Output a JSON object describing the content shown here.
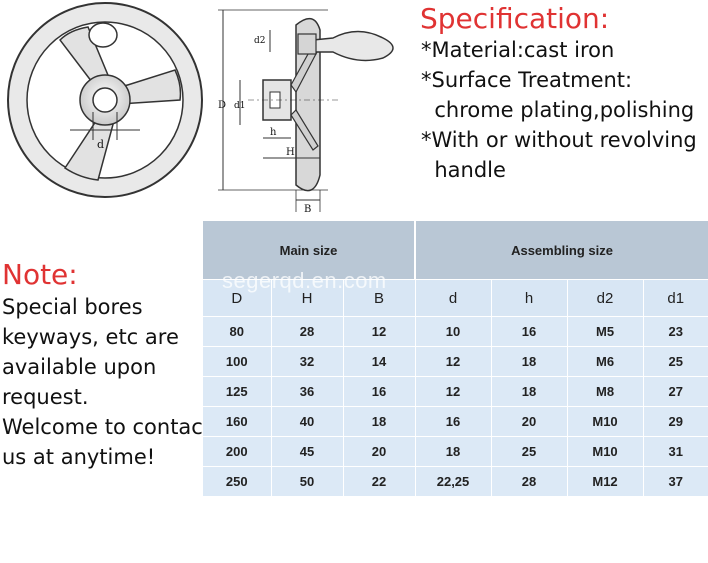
{
  "specification": {
    "title": "Specification:",
    "lines": [
      "*Material:cast iron",
      "*Surface Treatment:",
      "  chrome plating,polishing",
      "*With or without revolving",
      "  handle"
    ]
  },
  "note": {
    "title": "Note:",
    "lines": [
      "Special bores",
      "keyways, etc are",
      "available upon",
      "request.",
      "Welcome to contact",
      "us at anytime!"
    ]
  },
  "drawing_labels": {
    "d": "d",
    "d2": "d2",
    "D": "D",
    "d1": "d1",
    "h": "h",
    "H": "H",
    "B": "B"
  },
  "table": {
    "group_headers": [
      "Main size",
      "Assembling size"
    ],
    "columns": [
      "D",
      "H",
      "B",
      "d",
      "h",
      "d2",
      "d1"
    ],
    "rows": [
      [
        "80",
        "28",
        "12",
        "10",
        "16",
        "M5",
        "23"
      ],
      [
        "100",
        "32",
        "14",
        "12",
        "18",
        "M6",
        "25"
      ],
      [
        "125",
        "36",
        "16",
        "12",
        "18",
        "M8",
        "27"
      ],
      [
        "160",
        "40",
        "18",
        "16",
        "20",
        "M10",
        "29"
      ],
      [
        "200",
        "45",
        "20",
        "18",
        "25",
        "M10",
        "31"
      ],
      [
        "250",
        "50",
        "22",
        "22,25",
        "28",
        "M12",
        "37"
      ]
    ]
  },
  "watermark": "segerqd.en.com",
  "colors": {
    "heading_red": "#e03333",
    "group_header_bg": "#b9c7d5",
    "cell_bg": "#dce9f6"
  }
}
